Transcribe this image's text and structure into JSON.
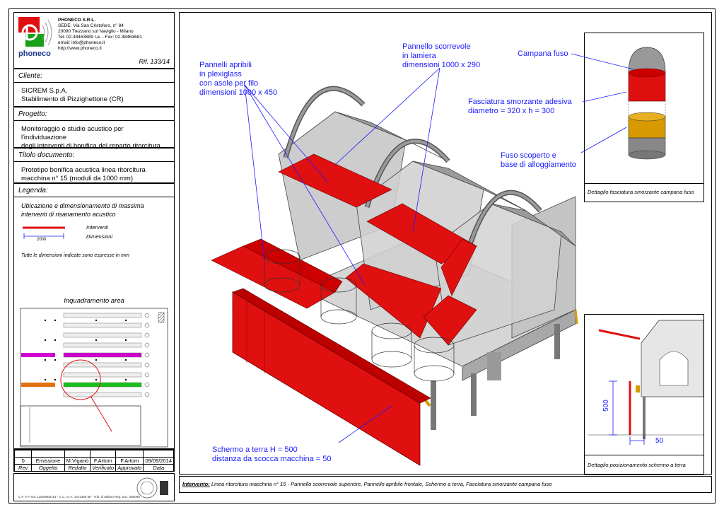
{
  "company": {
    "logo_text": "phoneco",
    "name": "PHONECO S.R.L.",
    "lines": [
      "SEDE: Via San Cristoforo, n° 84",
      "20090 Trezzano sul Naviglio - Milano",
      "Tel. 02.48463689 r.a. - Fax: 02.48463681",
      "email: info@phoneco.it",
      "http://www.phoneco.it"
    ],
    "ref": "Rif. 133/14"
  },
  "cliente": {
    "label": "Cliente:",
    "lines": [
      "SICREM S.p.A.",
      "Stabilimento di Pizzighettone (CR)"
    ]
  },
  "progetto": {
    "label": "Progetto:",
    "lines": [
      "Monitoraggio e studio acustico per l'individuazione",
      "degli interventi di bonifica del reparto ritorcitura"
    ]
  },
  "titolo": {
    "label": "Titolo documento:",
    "lines": [
      "Prototipo bonifica acustica linea ritorcitura",
      "macchina n° 15 (moduli da 1000 mm)"
    ]
  },
  "legenda": {
    "label": "Legenda:",
    "lines": [
      "Ubicazione e dimensionamento di massima",
      "interventi di risanamento acustico"
    ],
    "interventi": "Interventi",
    "dimensioni": "Dimensioni",
    "dim_value": "2000",
    "note": "Tutte le dimensioni indicate sono espresse in mm"
  },
  "inquadramento": {
    "title": "Inquadramento area"
  },
  "revision": {
    "row": [
      "0",
      "Emissione",
      "M.Viganò",
      "F.Artom",
      "F.Artom",
      "09/09/2014"
    ],
    "labels": [
      "Rev",
      "Oggetto",
      "Redatto",
      "Verificato",
      "Approvato",
      "Data"
    ]
  },
  "footer_small": "C.F. e P. Iva: 11529600151 - C.C.I.A.A. 1472300 MI - Trib. di Milano Reg. Soc. 356098",
  "callouts": {
    "pannelli": [
      "Pannelli apribili",
      "in plexiglass",
      "con asole per filo",
      "dimensioni 1000 x 450"
    ],
    "scorrevole": [
      "Pannello scorrevole",
      "in lamiera",
      "dimensioni 1000 x 290"
    ],
    "schermo": [
      "Schermo a terra H = 500",
      "distanza da scocca macchina = 50"
    ],
    "campana": "Campana fuso",
    "fasciatura": [
      "Fasciatura smorzante adesiva",
      "diametro = 320 x h = 300"
    ],
    "fuso": [
      "Fuso scoperto e",
      "base di alloggiamento"
    ]
  },
  "detail_captions": {
    "campana": "Dettaglio fasciatura smorzante campana fuso",
    "schermo": "Dettaglio posizionamento schermo a terra"
  },
  "detail_dims": {
    "h": "500",
    "d": "50"
  },
  "intervento": {
    "label": "Intervento:",
    "text": "Linea ritorcitura macchina n° 15 - Pannello scorrevole superiore, Pannello apribile frontale, Schermo a terra, Fasciatura smorzante campana fuso"
  },
  "colors": {
    "red": "#e01010",
    "blue": "#1a1aff",
    "grey": "#b8b8b8",
    "orange": "#d89a00"
  }
}
